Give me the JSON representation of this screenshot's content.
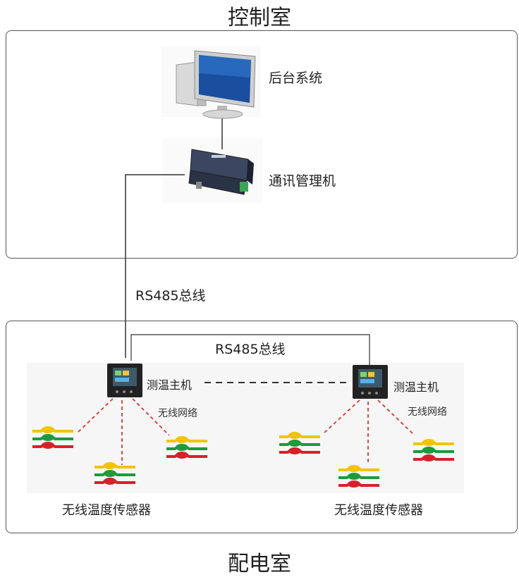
{
  "control_room": {
    "title": "控制室",
    "backend_label": "后台系统",
    "comm_manager_label": "通讯管理机"
  },
  "bus": {
    "main_label": "RS485总线",
    "inner_label": "RS485总线"
  },
  "distribution_room": {
    "title": "配电室",
    "host_left_label": "测温主机",
    "host_right_label": "测温主机",
    "wireless_left_label": "无线网络",
    "wireless_right_label": "无线网络",
    "sensors_left_label": "无线温度传感器",
    "sensors_right_label": "无线温度传感器"
  },
  "colors": {
    "wire": "#333333",
    "wireless_link": "#d83a34",
    "dashed_link": "#333333",
    "sensor_yellow": "#f2c400",
    "sensor_green": "#1e9a3a",
    "sensor_red": "#d8202a"
  }
}
